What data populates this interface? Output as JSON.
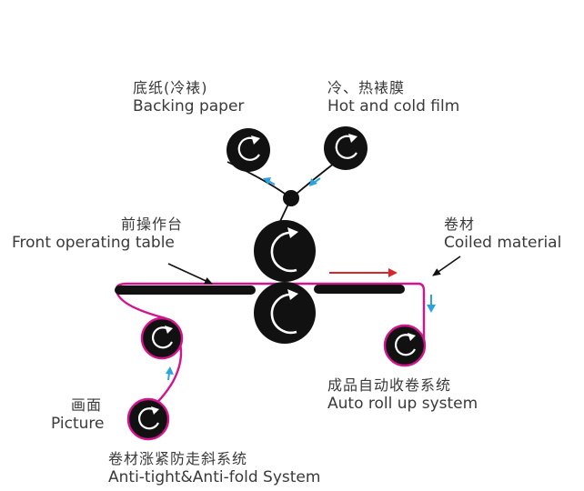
{
  "labels": {
    "backing_paper": {
      "zh": "底纸(冷裱)",
      "en": "Backing paper"
    },
    "film": {
      "zh": "冷、热裱膜",
      "en": "Hot and cold film"
    },
    "front_table": {
      "zh": "前操作台",
      "en": "Front operating table"
    },
    "coiled": {
      "zh": "卷材",
      "en": "Coiled material"
    },
    "auto_rollup": {
      "zh": "成品自动收卷系统",
      "en": "Auto roll up system"
    },
    "picture": {
      "zh": "画面",
      "en": "Picture"
    },
    "anti": {
      "zh": "卷材涨紧防走斜系统",
      "en": "Anti-tight&Anti-fold System"
    }
  },
  "colors": {
    "roller": "#111111",
    "media_path": "#d4148c",
    "feed_arrow": "#2aa3df",
    "output_arrow": "#d9262b",
    "leader": "#111111",
    "text": "#3a3a3a"
  }
}
